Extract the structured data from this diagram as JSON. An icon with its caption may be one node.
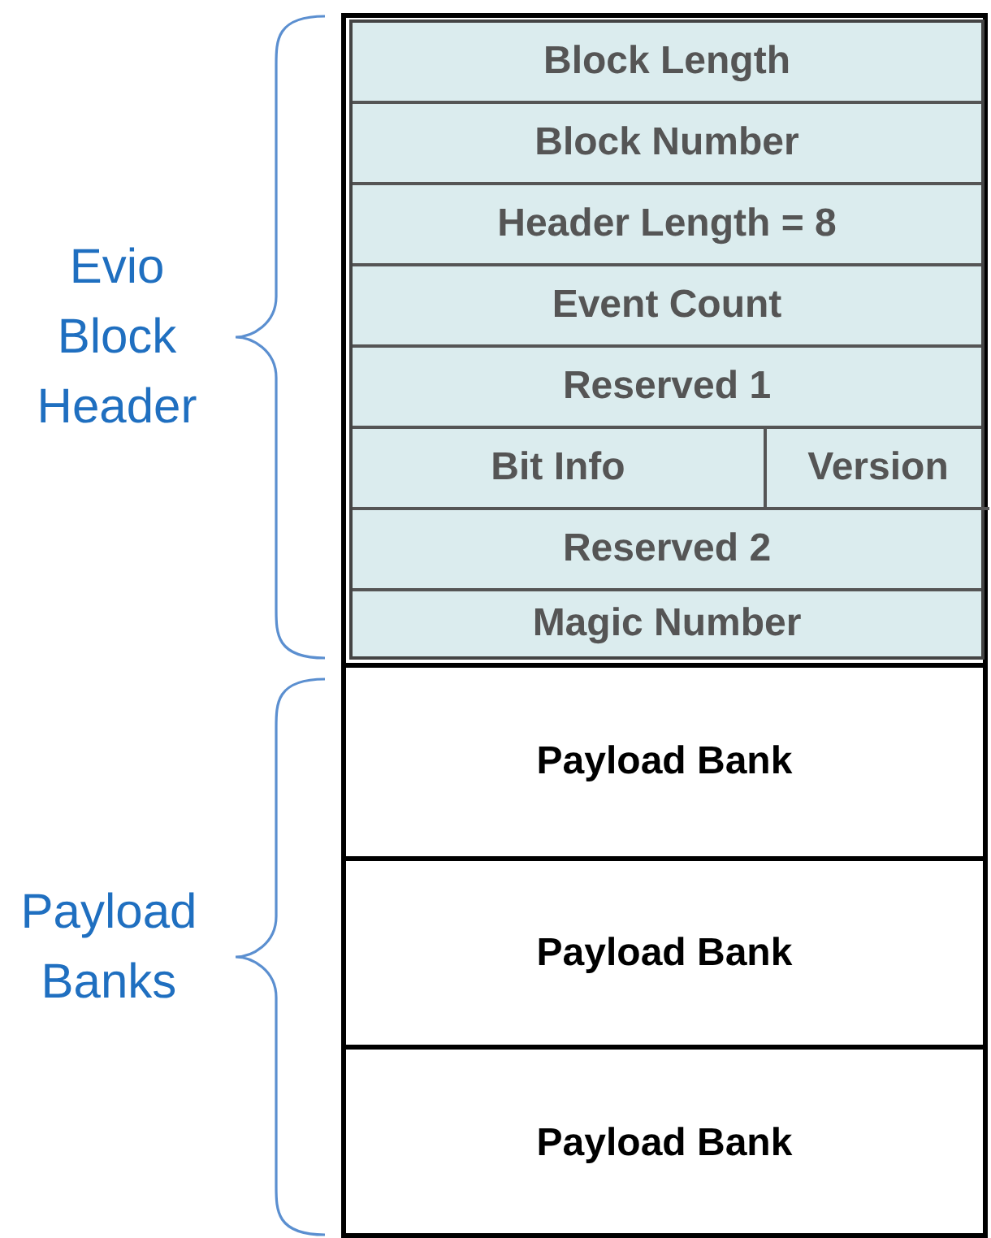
{
  "diagram": {
    "nodes": [
      {
        "text": [],
        "shape": "box"
      },
      {
        "text": [],
        "shape": "box",
        "in": 0
      },
      {
        "text": [
          "Block Length"
        ],
        "in": 1
      },
      {
        "text": [
          "Block Number"
        ],
        "in": 1
      },
      {
        "text": [
          "Header Length = 8"
        ],
        "in": 1
      },
      {
        "text": [
          "Event Count"
        ],
        "in": 1
      },
      {
        "text": [
          "Reserved 1"
        ],
        "in": 1
      },
      {
        "text": [
          "Bit Info"
        ],
        "in": 1
      },
      {
        "text": [
          "Version"
        ],
        "in": 1
      },
      {
        "text": [
          "Reserved 2"
        ],
        "in": 1
      },
      {
        "text": [
          "Magic Number"
        ],
        "in": 1
      },
      {
        "text": [
          "Payload Bank"
        ],
        "in": 0
      },
      {
        "text": [
          "Payload Bank"
        ],
        "in": 0
      },
      {
        "text": [
          "Payload Bank"
        ],
        "in": 0
      }
    ],
    "labels": [
      "Evio Block Header",
      "Payload Banks"
    ]
  }
}
